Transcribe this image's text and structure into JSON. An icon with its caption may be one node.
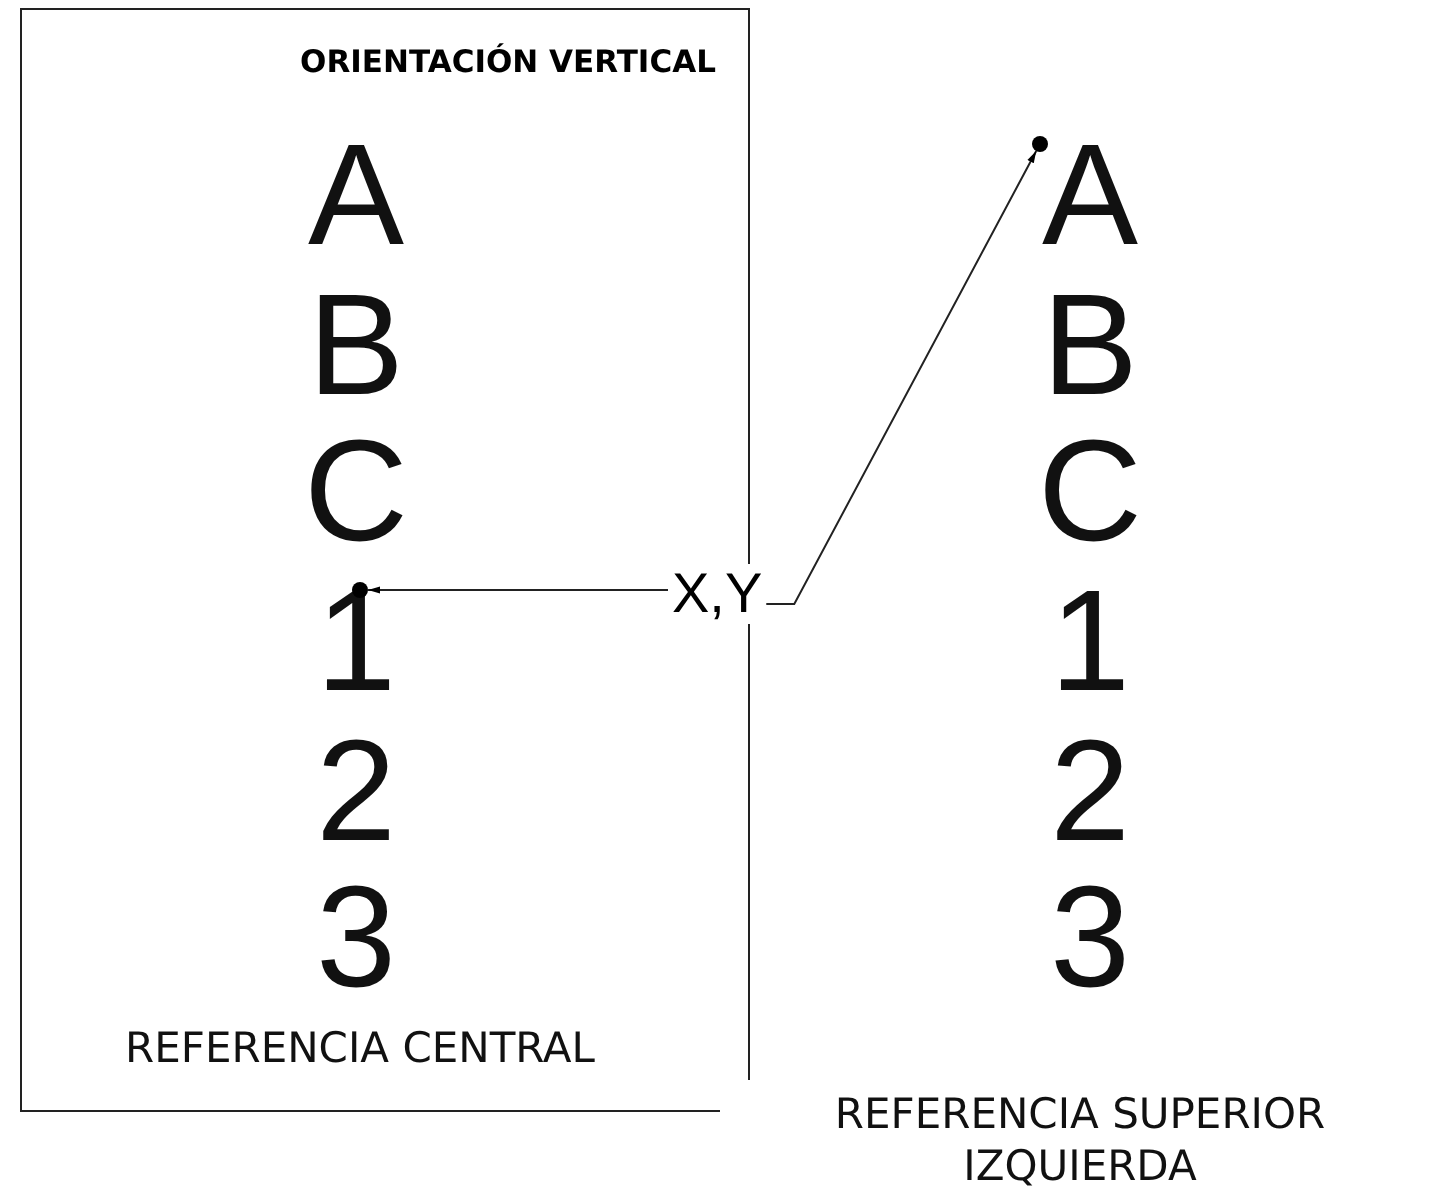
{
  "diagram": {
    "title": "ORIENTACIÓN VERTICAL",
    "nodes": [
      {
        "text": [
          "X,Y"
        ]
      },
      {
        "text": [],
        "shape": "circle"
      },
      {
        "text": [],
        "shape": "circle"
      }
    ],
    "edges": [
      {
        "from": 0,
        "to": 1,
        "arrow": "to"
      },
      {
        "from": 0,
        "to": 2,
        "arrow": "to"
      }
    ],
    "labels": [
      "A",
      "A",
      "B",
      "B",
      "C",
      "C",
      "1",
      "1",
      "2",
      "2",
      "3",
      "3",
      "REFERENCIA CENTRAL",
      "REFERENCIA SUPERIOR IZQUIERDA"
    ]
  }
}
